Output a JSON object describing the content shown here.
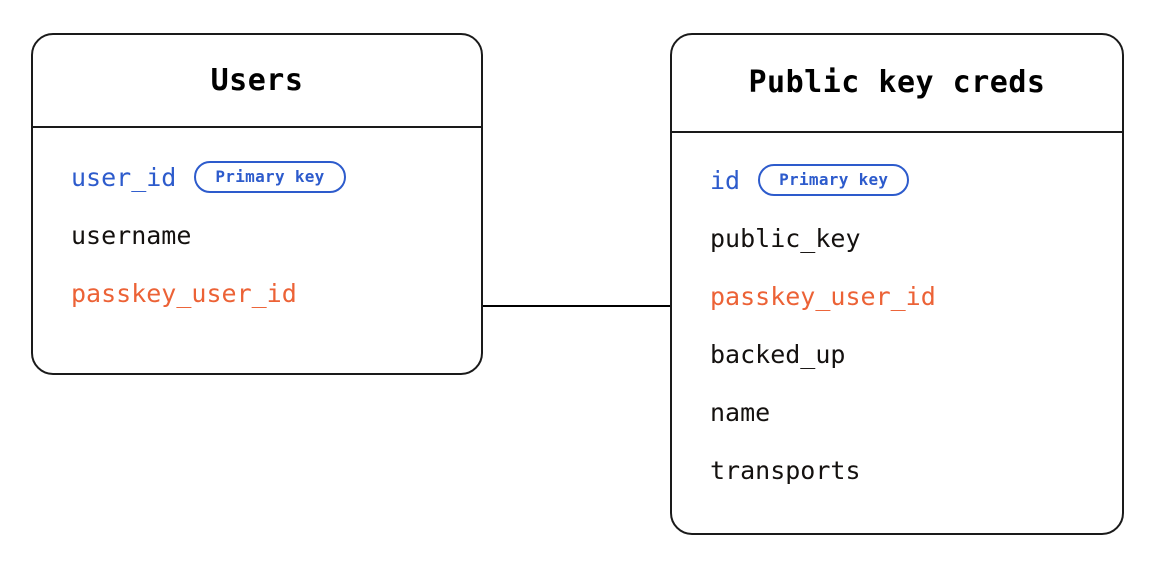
{
  "diagram": {
    "type": "entity-relationship-diagram",
    "background": "#ffffff",
    "colors": {
      "border": "#1a1a1a",
      "primary_key_text": "#2d5bcc",
      "badge_border": "#2d5bcc",
      "plain_field_text": "#14110f",
      "foreign_key_text": "#ec6236",
      "relationship_line": "#000000"
    }
  },
  "entities": [
    {
      "id": "users",
      "title": "Users",
      "fields": [
        {
          "name": "user_id",
          "color_role": "c-key",
          "badge": "Primary key"
        },
        {
          "name": "username",
          "color_role": "c-plain",
          "badge": null
        },
        {
          "name": "passkey_user_id",
          "color_role": "c-fk",
          "badge": null
        }
      ]
    },
    {
      "id": "public_key_creds",
      "title": "Public key creds",
      "fields": [
        {
          "name": "id",
          "color_role": "c-key",
          "badge": "Primary key"
        },
        {
          "name": "public_key",
          "color_role": "c-plain",
          "badge": null
        },
        {
          "name": "passkey_user_id",
          "color_role": "c-fk",
          "badge": null
        },
        {
          "name": "backed_up",
          "color_role": "c-plain",
          "badge": null
        },
        {
          "name": "name",
          "color_role": "c-plain",
          "badge": null
        },
        {
          "name": "transports",
          "color_role": "c-plain",
          "badge": null
        }
      ]
    }
  ],
  "relationships": [
    {
      "id": "users-to-public-key-creds",
      "from_entity": "users",
      "from_field": "passkey_user_id",
      "to_entity": "public_key_creds",
      "to_field": "passkey_user_id",
      "style": "solid"
    }
  ]
}
